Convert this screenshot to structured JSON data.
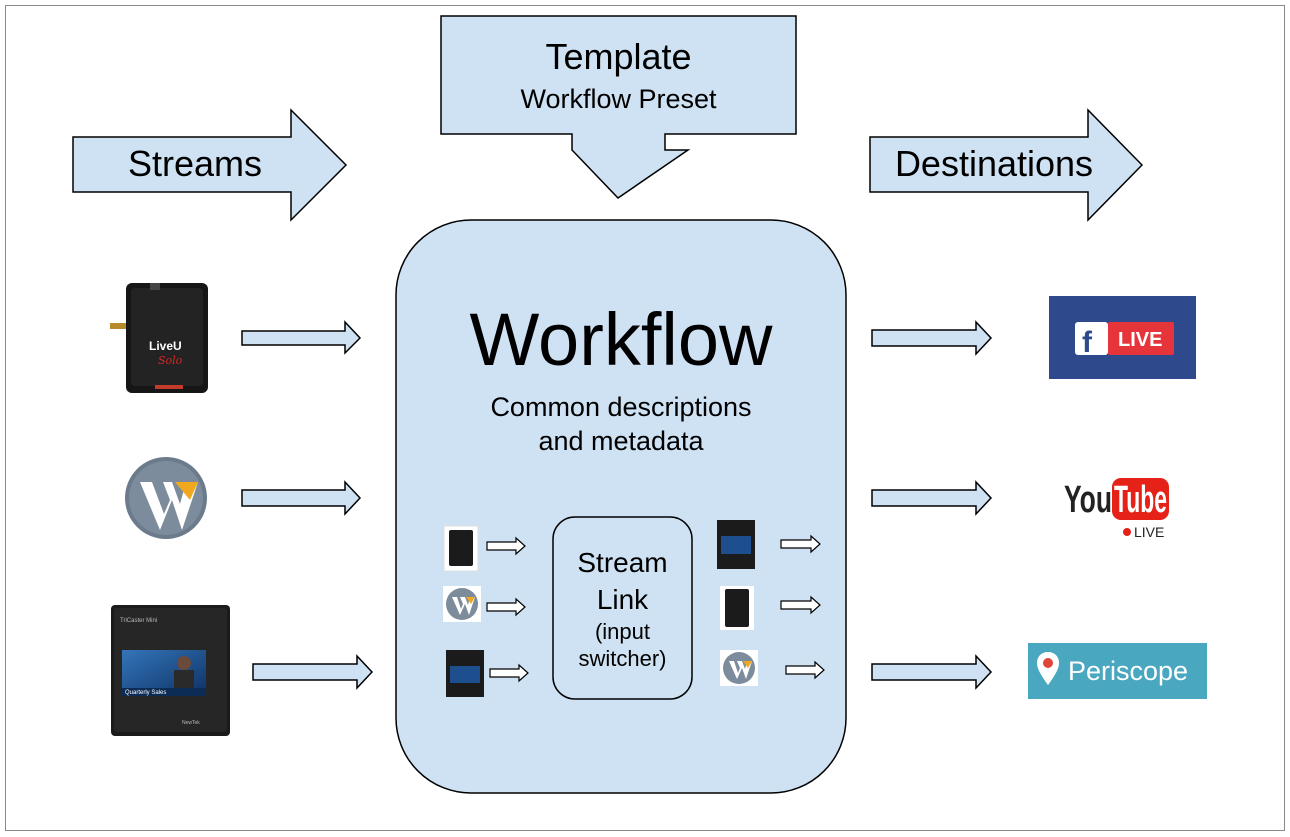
{
  "labels": {
    "streams": "Streams",
    "destinations": "Destinations",
    "template_title": "Template",
    "template_sub": "Workflow Preset",
    "workflow_title": "Workflow",
    "workflow_sub_line1": "Common descriptions",
    "workflow_sub_line2": "and metadata",
    "stream_link_line1": "Stream",
    "stream_link_line2": "Link",
    "stream_link_line3": "(input",
    "stream_link_line4": "switcher)"
  },
  "sources": [
    {
      "name": "LiveU Solo encoder",
      "brand": "LiveU",
      "script": "Solo",
      "icon": "liveu-solo-device-icon"
    },
    {
      "name": "Wirecast",
      "icon": "wirecast-logo-icon"
    },
    {
      "name": "TriCaster Mini",
      "device_title": "TriCaster Mini",
      "screen_caption": "Quarterly Sales",
      "logo": "NewTek",
      "icon": "tricaster-device-icon"
    }
  ],
  "destinations": [
    {
      "name": "Facebook Live",
      "badge": "LIVE",
      "logo_letter": "f",
      "icon": "facebook-live-logo"
    },
    {
      "name": "YouTube Live",
      "text_you": "You",
      "text_tube": "Tube",
      "live_text": "LIVE",
      "icon": "youtube-live-logo"
    },
    {
      "name": "Periscope",
      "text": "Periscope",
      "icon": "periscope-logo"
    }
  ],
  "colors": {
    "box_fill": "#cfe2f3",
    "outline": "#000000",
    "facebook_bg": "#2f4a8c",
    "facebook_badge": "#e5343a",
    "youtube_red": "#e62117",
    "periscope_bg": "#4aa7c0"
  }
}
